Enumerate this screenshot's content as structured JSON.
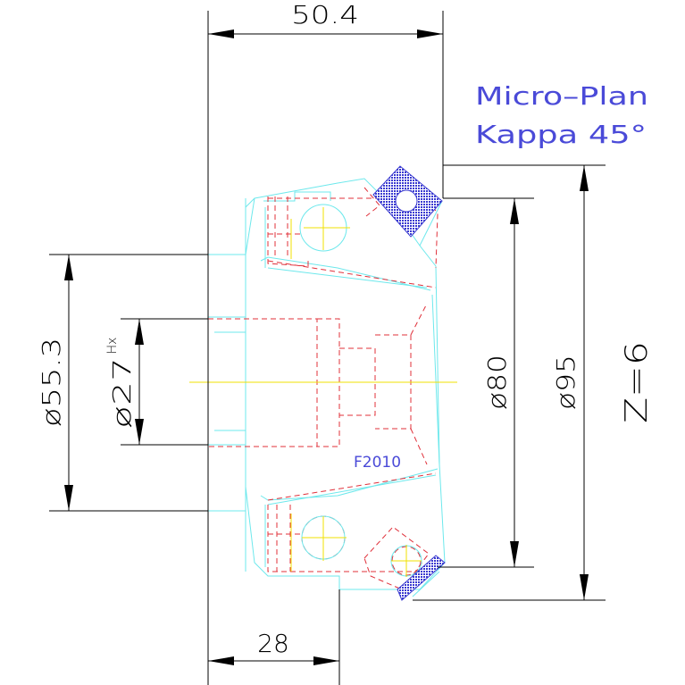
{
  "drawing": {
    "title_line1": "Micro–Plan",
    "title_line2": "Kappa 45°",
    "part_code": "F2010",
    "dimensions": {
      "top_width": "50.4",
      "bottom_width": "28",
      "bore_outer": "ø55.3",
      "bore_inner": "ø27",
      "bore_inner_suffix": "Hx",
      "diameter_80": "ø80",
      "diameter_95": "ø95",
      "teeth": "Z=6"
    }
  },
  "colors": {
    "outline": "#6de8ec",
    "hidden": "#e0303a",
    "centerline": "#f0e000",
    "insert": "#3a3ad0",
    "dimension": "#000000",
    "label": "#4a4ad8"
  }
}
